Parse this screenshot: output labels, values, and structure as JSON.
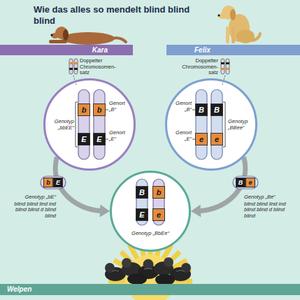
{
  "diagram": {
    "title": "Wie das alles so mendelt blind blind blind",
    "nodes": [
      {
        "text": [
          "Kara"
        ]
      },
      {
        "text": [
          "Felix"
        ]
      },
      {
        "text": [
          "Genort „B“",
          "Genort „E“",
          "Genotyp „bbEE“"
        ]
      },
      {
        "text": [
          "b"
        ],
        "in": 2
      },
      {
        "text": [
          "b"
        ],
        "in": 2
      },
      {
        "text": [
          "E"
        ],
        "in": 2
      },
      {
        "text": [
          "E"
        ],
        "in": 2
      },
      {
        "text": [
          "Genort „B“",
          "Genort „E“",
          "Genotyp „BBee“"
        ]
      },
      {
        "text": [
          "B"
        ],
        "in": 7
      },
      {
        "text": [
          "B"
        ],
        "in": 7
      },
      {
        "text": [
          "e"
        ],
        "in": 7
      },
      {
        "text": [
          "e"
        ],
        "in": 7
      },
      {
        "text": [
          "b"
        ]
      },
      {
        "text": [
          "E"
        ]
      },
      {
        "text": [
          "B"
        ]
      },
      {
        "text": [
          "e"
        ]
      },
      {
        "text": [
          "Genotyp „BbEe“"
        ]
      },
      {
        "text": [
          "B"
        ],
        "in": 16
      },
      {
        "text": [
          "b"
        ],
        "in": 16
      },
      {
        "text": [
          "E"
        ],
        "in": 16
      },
      {
        "text": [
          "e"
        ],
        "in": 16
      },
      {
        "text": [
          "Welpen"
        ]
      }
    ],
    "edges": [
      {
        "from": 2,
        "to": 16,
        "arrow": "to"
      },
      {
        "from": 7,
        "to": 16,
        "arrow": "to"
      }
    ],
    "labels": [
      "Doppelter Chromosomen- satz",
      "Doppelter Chromosomen- satz",
      "Genotyp „bE“",
      "blind blind lind ind blind blind d blind blind",
      "Genotyp „Be“",
      "blind blind lind ind blind blind d blind blind"
    ]
  }
}
